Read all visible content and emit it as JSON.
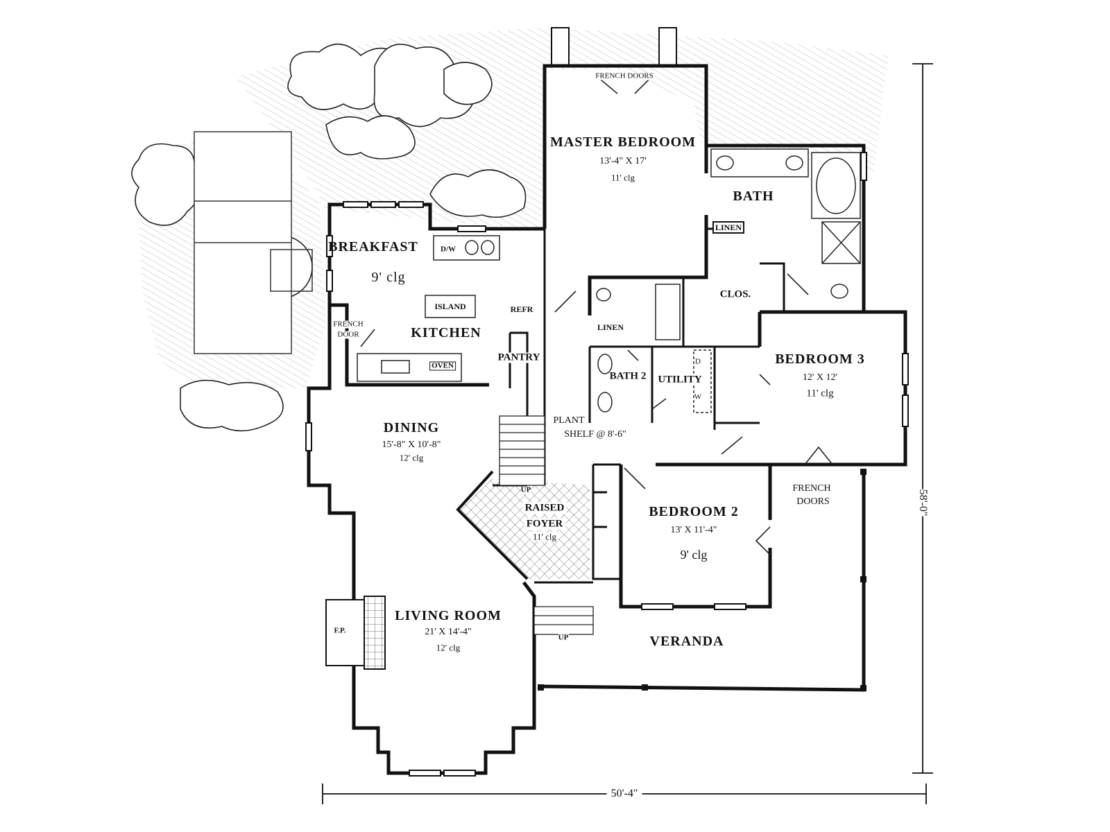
{
  "plan": {
    "rooms": {
      "master_bedroom": {
        "name": "MASTER BEDROOM",
        "size": "13'-4\" X 17'",
        "ceiling": "11' clg"
      },
      "bath": {
        "name": "BATH"
      },
      "breakfast": {
        "name": "BREAKFAST",
        "ceiling": "9' clg"
      },
      "kitchen": {
        "name": "KITCHEN"
      },
      "bedroom3": {
        "name": "BEDROOM 3",
        "size": "12' X 12'",
        "ceiling": "11' clg"
      },
      "dining": {
        "name": "DINING",
        "size": "15'-8\" X 10'-8\"",
        "ceiling": "12' clg"
      },
      "bedroom2": {
        "name": "BEDROOM 2",
        "size": "13' X 11'-4\"",
        "ceiling": "9' clg"
      },
      "raised_foyer": {
        "name_line1": "RAISED",
        "name_line2": "FOYER",
        "ceiling": "11' clg"
      },
      "living_room": {
        "name": "LIVING ROOM",
        "size": "21' X 14'-4\"",
        "ceiling": "12' clg"
      },
      "veranda": {
        "name": "VERANDA"
      },
      "bath2": {
        "name": "BATH 2"
      },
      "utility": {
        "name": "UTILITY"
      },
      "clos": {
        "name": "CLOS."
      },
      "pantry": {
        "name": "PANTRY"
      }
    },
    "fixtures": {
      "french_doors_top": "FRENCH DOORS",
      "linen_bath": "LINEN",
      "linen_hall": "LINEN",
      "dw": "D/W",
      "island": "ISLAND",
      "refr": "REFR",
      "oven": "OVEN",
      "french_door_line1": "FRENCH",
      "french_door_line2": "DOOR",
      "plant_shelf_line1": "PLANT",
      "plant_shelf_line2": "SHELF @  8'-6\"",
      "french_doors_right_line1": "FRENCH",
      "french_doors_right_line2": "DOORS",
      "up_stairs": "UP",
      "up_steps": "UP",
      "fireplace": "F.P.",
      "washer_d": "D",
      "washer_w": "W"
    },
    "dimensions": {
      "width": "50'-4\"",
      "depth": "58'-0\""
    }
  }
}
